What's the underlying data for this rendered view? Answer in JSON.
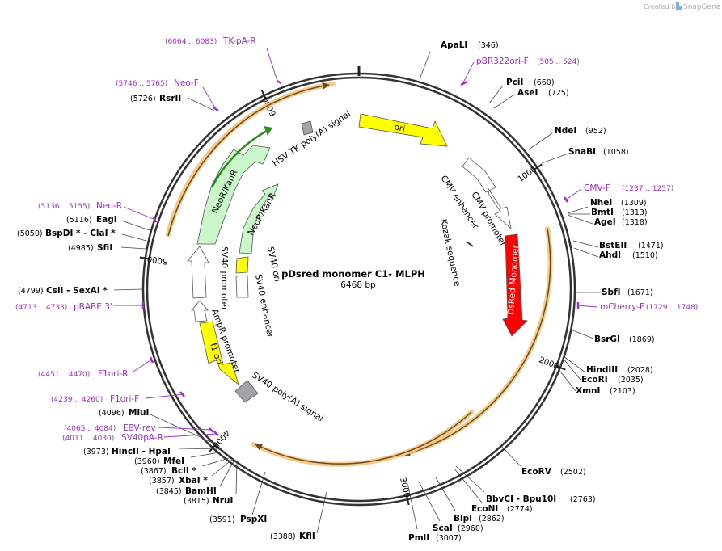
{
  "credit": {
    "created_by": "Created by",
    "brand": "SnapGene"
  },
  "plasmid": {
    "name": "pDsred monomer C1- MLPH",
    "length_label": "6468 bp",
    "length": 6468
  },
  "ticks": [
    "1000",
    "2000",
    "3000",
    "4000",
    "5000",
    "6000"
  ],
  "sites": [
    {
      "name": "ApaLI",
      "pos": "(346)"
    },
    {
      "name": "PciI",
      "pos": "(660)"
    },
    {
      "name": "AseI",
      "pos": "(725)"
    },
    {
      "name": "NdeI",
      "pos": "(952)"
    },
    {
      "name": "SnaBI",
      "pos": "(1058)"
    },
    {
      "name": "NheI",
      "pos": "(1309)"
    },
    {
      "name": "BmtI",
      "pos": "(1313)"
    },
    {
      "name": "AgeI",
      "pos": "(1318)"
    },
    {
      "name": "BstEII",
      "pos": "(1471)"
    },
    {
      "name": "AhdI",
      "pos": "(1510)"
    },
    {
      "name": "SbfI",
      "pos": "(1671)"
    },
    {
      "name": "BsrGI",
      "pos": "(1869)"
    },
    {
      "name": "HindIII",
      "pos": "(2028)"
    },
    {
      "name": "EcoRI",
      "pos": "(2035)"
    },
    {
      "name": "XmnI",
      "pos": "(2103)"
    },
    {
      "name": "EcoRV",
      "pos": "(2502)"
    },
    {
      "name": "BbvCI - Bpu10I",
      "pos": "(2763)"
    },
    {
      "name": "EcoNI",
      "pos": "(2774)"
    },
    {
      "name": "BlpI",
      "pos": "(2862)"
    },
    {
      "name": "ScaI",
      "pos": "(2960)"
    },
    {
      "name": "PmlI",
      "pos": "(3007)"
    },
    {
      "name": "KflI",
      "pos": "(3388)"
    },
    {
      "name": "PspXI",
      "pos": "(3591)"
    },
    {
      "name": "NruI",
      "pos": "(3815)"
    },
    {
      "name": "BamHI",
      "pos": "(3845)"
    },
    {
      "name": "XbaI *",
      "pos": "(3857)"
    },
    {
      "name": "BclI *",
      "pos": "(3867)"
    },
    {
      "name": "MfeI",
      "pos": "(3960)"
    },
    {
      "name": "HincII - HpaI",
      "pos": "(3973)"
    },
    {
      "name": "MluI",
      "pos": "(4096)"
    },
    {
      "name": "CsiI - SexAI *",
      "pos": "(4799)"
    },
    {
      "name": "SfiI",
      "pos": "(4985)"
    },
    {
      "name": "BspDI * - ClaI *",
      "pos": "(5050)"
    },
    {
      "name": "EagI",
      "pos": "(5116)"
    },
    {
      "name": "RsrII",
      "pos": "(5726)"
    }
  ],
  "primers": [
    {
      "name": "TK-pA-R",
      "range": "(6064 .. 6083)"
    },
    {
      "name": "pBR322ori-F",
      "range": "(505 .. 524)"
    },
    {
      "name": "Neo-F",
      "range": "(5746 .. 5765)"
    },
    {
      "name": "CMV-F",
      "range": "(1237 .. 1257)"
    },
    {
      "name": "Neo-R",
      "range": "(5136 .. 5155)"
    },
    {
      "name": "mCherry-F",
      "range": "(1729 .. 1748)"
    },
    {
      "name": "pBABE 3'",
      "range": "(4713 .. 4733)"
    },
    {
      "name": "F1ori-R",
      "range": "(4451 .. 4470)"
    },
    {
      "name": "F1ori-F",
      "range": "(4239 .. 4260)"
    },
    {
      "name": "EBV-rev",
      "range": "(4065 .. 4084)"
    },
    {
      "name": "SV40pA-R",
      "range": "(4011 .. 4030)"
    }
  ],
  "features": {
    "ori": "ori",
    "cmv_enhancer": "CMV enhancer",
    "cmv_promoter": "CMV promoter",
    "kozak": "Kozak sequence",
    "dsred": "DsRed-Monomer",
    "sv40_polya": "SV40 poly(A) signal",
    "f1_ori": "f1 ori",
    "ampr_promoter": "AmpR promoter",
    "sv40_promoter": "SV40 promoter",
    "sv40_enhancer": "SV40 enhancer",
    "sv40_ori": "SV40 ori",
    "neor_kanr_outer": "NeoR/KanR",
    "neor_kanr_inner": "NeoR/KanR",
    "hsv_tk_polya": "HSV TK poly(A) signal"
  },
  "colors": {
    "primer": "#9b30c8",
    "ori": "#ffff00",
    "dsred": "#ff0000",
    "neor": "#c9f7c9",
    "orf_highlight": "#f5c98a",
    "polya": "#a0a4a8"
  }
}
